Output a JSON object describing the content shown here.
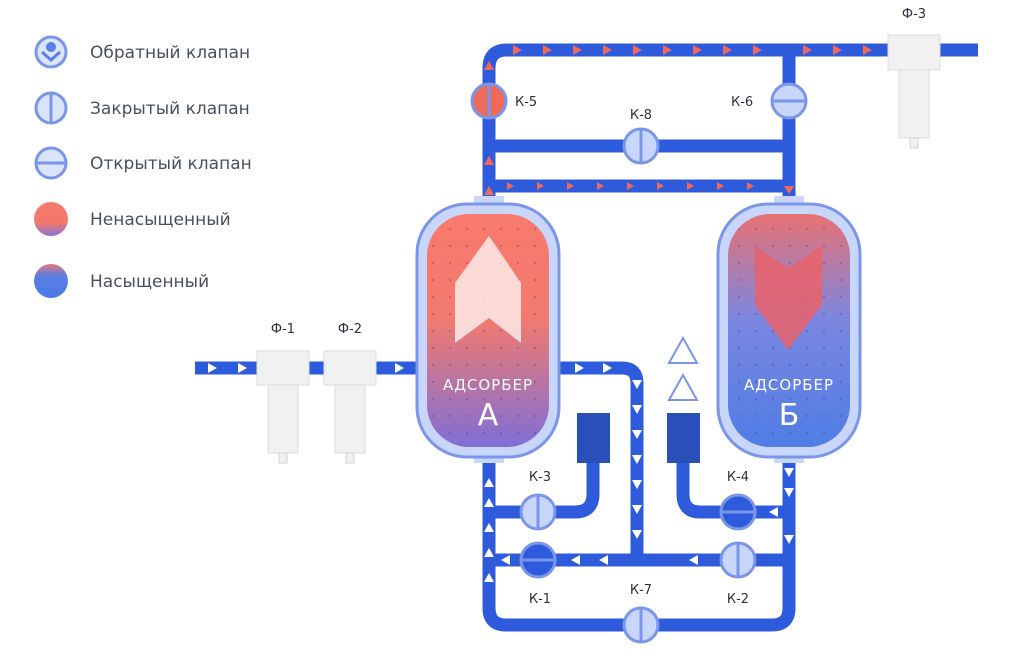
{
  "legend": [
    {
      "id": "check",
      "label": "Обратный клапан"
    },
    {
      "id": "closed",
      "label": "Закрытый клапан"
    },
    {
      "id": "open",
      "label": "Открытый клапан"
    },
    {
      "id": "unsat",
      "label": "Ненасыщенный"
    },
    {
      "id": "sat",
      "label": "Насыщенный"
    }
  ],
  "filters": {
    "f1": "Ф-1",
    "f2": "Ф-2",
    "f3": "Ф-3"
  },
  "valves": {
    "k1": "К-1",
    "k2": "К-2",
    "k3": "К-3",
    "k4": "К-4",
    "k5": "К-5",
    "k6": "К-6",
    "k7": "К-7",
    "k8": "К-8"
  },
  "adsorbers": {
    "a": {
      "word": "АДСОРБЕР",
      "letter": "А"
    },
    "b": {
      "word": "АДСОРБЕР",
      "letter": "Б"
    }
  },
  "colors": {
    "pipe": "#2d5bdc",
    "arrow_red": "#f06a5a",
    "unsaturated": "#f5756a",
    "saturated": "#4d7de8",
    "valve_fill": "#c8d6fb",
    "outline": "#7b95e8",
    "filter": "#f1f1f1",
    "dryer_box": "#2a4fb8"
  }
}
